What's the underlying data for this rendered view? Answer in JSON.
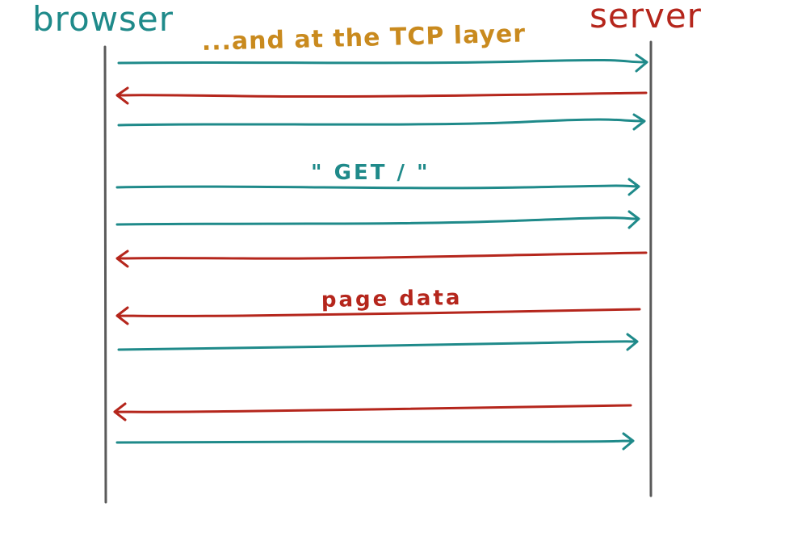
{
  "participants": {
    "browser": "browser",
    "server": "server"
  },
  "annotations": {
    "tcp_layer": "...and at the TCP layer",
    "get_request": "\" GET / \"",
    "page_data": "page data"
  },
  "colors": {
    "browser": "#1f8a8a",
    "server": "#b5261c",
    "annotation_tcp": "#c98a1e",
    "lifeline": "#5a5a5a"
  },
  "messages": [
    {
      "from": "browser",
      "to": "server"
    },
    {
      "from": "server",
      "to": "browser"
    },
    {
      "from": "browser",
      "to": "server"
    },
    {
      "from": "browser",
      "to": "server"
    },
    {
      "from": "browser",
      "to": "server"
    },
    {
      "from": "server",
      "to": "browser"
    },
    {
      "from": "server",
      "to": "browser"
    },
    {
      "from": "browser",
      "to": "server"
    },
    {
      "from": "server",
      "to": "browser"
    },
    {
      "from": "browser",
      "to": "server"
    }
  ]
}
